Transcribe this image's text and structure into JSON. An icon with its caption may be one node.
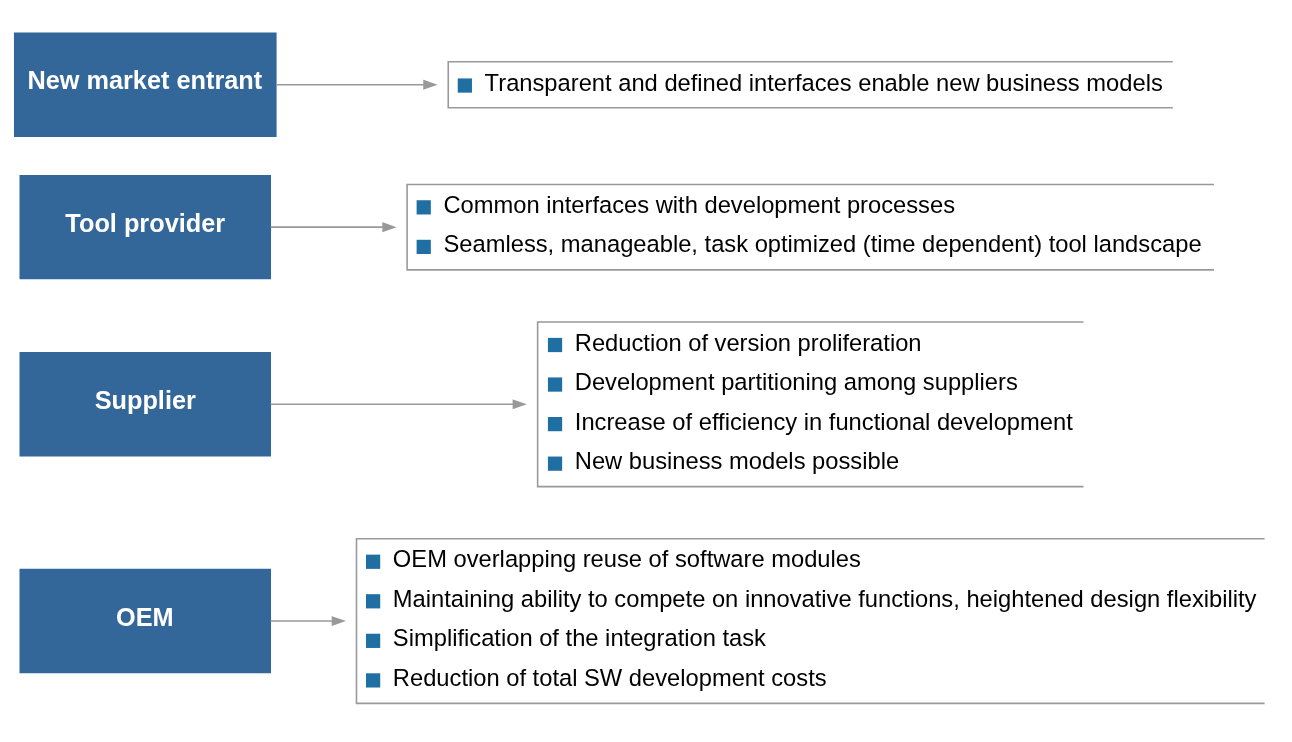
{
  "diagram": {
    "nodes": [
      {
        "text": [
          "OEM"
        ]
      },
      {
        "text": [
          "OEM overlapping reuse of software modules",
          "Maintaining ability to compete on innovative functions, heightened design flexibility",
          "Simplification of the integration task",
          "Reduction of total SW development costs"
        ]
      },
      {
        "text": [
          "Supplier"
        ]
      },
      {
        "text": [
          "Reduction of version proliferation",
          "Development partitioning among suppliers",
          "Increase of efficiency in functional development",
          "New business models possible"
        ]
      },
      {
        "text": [
          "Tool provider"
        ]
      },
      {
        "text": [
          "Common interfaces with development processes",
          "Seamless, manageable, task optimized (time dependent) tool landscape"
        ]
      },
      {
        "text": [
          "New market entrant"
        ]
      },
      {
        "text": [
          "Transparent and defined interfaces enable new business models"
        ]
      }
    ],
    "edges": [
      {
        "from": 0,
        "to": 1,
        "arrow": "to"
      },
      {
        "from": 2,
        "to": 3,
        "arrow": "to"
      },
      {
        "from": 4,
        "to": 5,
        "arrow": "to"
      },
      {
        "from": 6,
        "to": 7,
        "arrow": "to"
      }
    ]
  }
}
